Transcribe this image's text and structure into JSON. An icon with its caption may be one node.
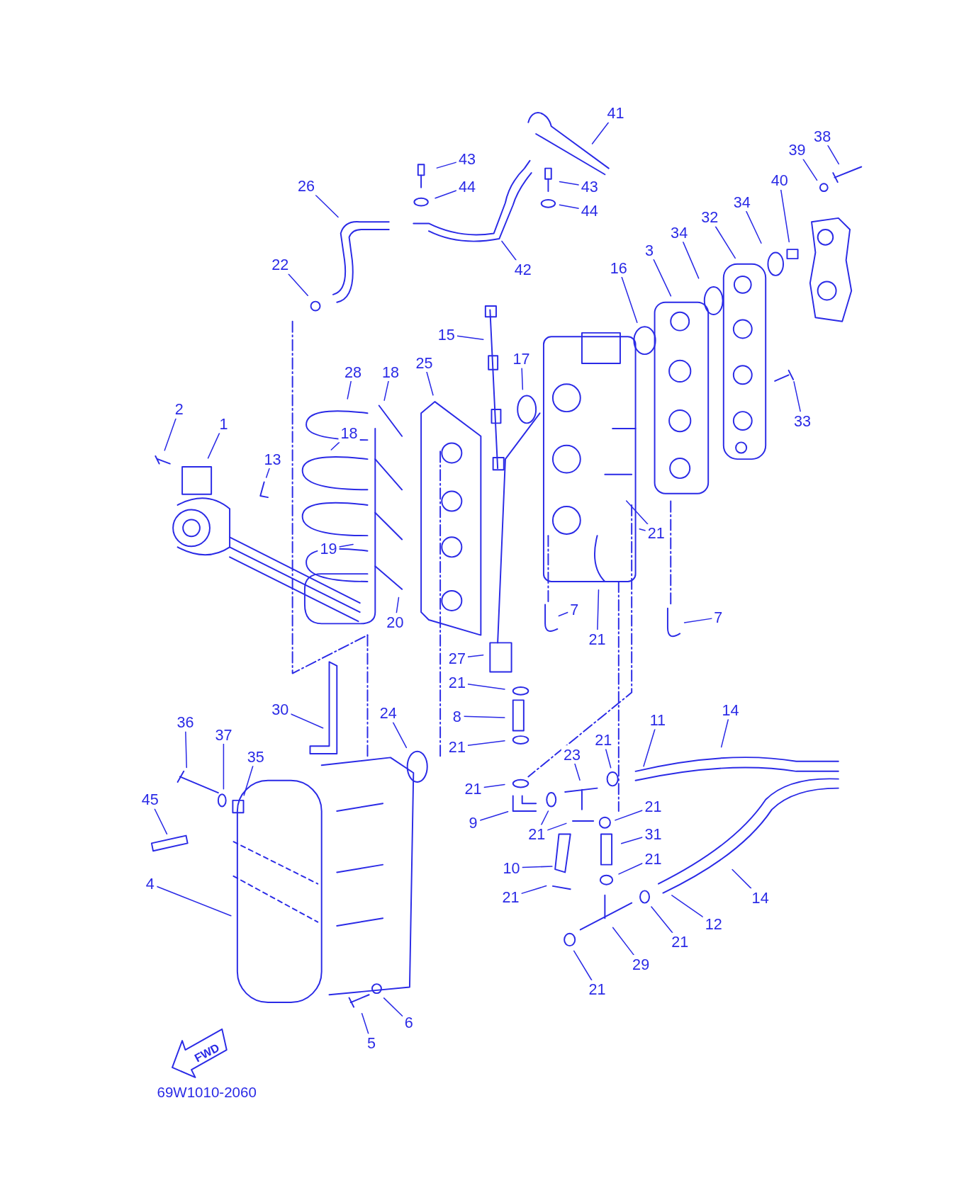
{
  "diagram": {
    "nodes": [
      {
        "text": [
          "41"
        ]
      },
      {
        "text": [
          "43"
        ]
      },
      {
        "text": [
          "44"
        ]
      },
      {
        "text": [
          "43"
        ]
      },
      {
        "text": [
          "44"
        ]
      },
      {
        "text": [
          "38"
        ]
      },
      {
        "text": [
          "39"
        ]
      },
      {
        "text": [
          "26"
        ]
      },
      {
        "text": [
          "40"
        ]
      },
      {
        "text": [
          "34"
        ]
      },
      {
        "text": [
          "32"
        ]
      },
      {
        "text": [
          "34"
        ]
      },
      {
        "text": [
          "42"
        ]
      },
      {
        "text": [
          "16"
        ]
      },
      {
        "text": [
          "3"
        ]
      },
      {
        "text": [
          "22"
        ]
      },
      {
        "text": [
          "15"
        ]
      },
      {
        "text": [
          "17"
        ]
      },
      {
        "text": [
          "25"
        ]
      },
      {
        "text": [
          "28"
        ]
      },
      {
        "text": [
          "18"
        ]
      },
      {
        "text": [
          "2"
        ]
      },
      {
        "text": [
          "1"
        ]
      },
      {
        "text": [
          "18"
        ]
      },
      {
        "text": [
          "33"
        ]
      },
      {
        "text": [
          "13"
        ]
      },
      {
        "text": [
          "21"
        ]
      },
      {
        "text": [
          "19"
        ]
      },
      {
        "text": [
          "20"
        ]
      },
      {
        "text": [
          "7"
        ]
      },
      {
        "text": [
          "7"
        ]
      },
      {
        "text": [
          "21"
        ]
      },
      {
        "text": [
          "27"
        ]
      },
      {
        "text": [
          "21"
        ]
      },
      {
        "text": [
          "30"
        ]
      },
      {
        "text": [
          "24"
        ]
      },
      {
        "text": [
          "8"
        ]
      },
      {
        "text": [
          "11"
        ]
      },
      {
        "text": [
          "14"
        ]
      },
      {
        "text": [
          "36"
        ]
      },
      {
        "text": [
          "37"
        ]
      },
      {
        "text": [
          "21"
        ]
      },
      {
        "text": [
          "21"
        ]
      },
      {
        "text": [
          "23"
        ]
      },
      {
        "text": [
          "35"
        ]
      },
      {
        "text": [
          "21"
        ]
      },
      {
        "text": [
          "45"
        ]
      },
      {
        "text": [
          "21"
        ]
      },
      {
        "text": [
          "9"
        ]
      },
      {
        "text": [
          "21"
        ]
      },
      {
        "text": [
          "31"
        ]
      },
      {
        "text": [
          "10"
        ]
      },
      {
        "text": [
          "21"
        ]
      },
      {
        "text": [
          "4"
        ]
      },
      {
        "text": [
          "21"
        ]
      },
      {
        "text": [
          "14"
        ]
      },
      {
        "text": [
          "12"
        ]
      },
      {
        "text": [
          "21"
        ]
      },
      {
        "text": [
          "29"
        ]
      },
      {
        "text": [
          "21"
        ]
      },
      {
        "text": [
          "6"
        ]
      },
      {
        "text": [
          "5"
        ]
      }
    ],
    "edges": [
      {
        "from": 0,
        "to": null,
        "arrow": "none"
      },
      {
        "from": 1,
        "to": null,
        "arrow": "none"
      },
      {
        "from": 2,
        "to": null,
        "arrow": "none"
      },
      {
        "from": 3,
        "to": null,
        "arrow": "none"
      },
      {
        "from": 4,
        "to": null,
        "arrow": "none"
      },
      {
        "from": 5,
        "to": null,
        "arrow": "none"
      },
      {
        "from": 6,
        "to": null,
        "arrow": "none"
      },
      {
        "from": 7,
        "to": null,
        "arrow": "none"
      },
      {
        "from": 8,
        "to": null,
        "arrow": "none"
      },
      {
        "from": 9,
        "to": null,
        "arrow": "none"
      },
      {
        "from": 10,
        "to": null,
        "arrow": "none"
      },
      {
        "from": 11,
        "to": null,
        "arrow": "none"
      },
      {
        "from": 12,
        "to": null,
        "arrow": "none"
      },
      {
        "from": 13,
        "to": null,
        "arrow": "none"
      },
      {
        "from": 14,
        "to": null,
        "arrow": "none"
      },
      {
        "from": 15,
        "to": null,
        "arrow": "none"
      },
      {
        "from": 16,
        "to": null,
        "arrow": "none"
      },
      {
        "from": 17,
        "to": null,
        "arrow": "none"
      },
      {
        "from": 18,
        "to": null,
        "arrow": "none"
      },
      {
        "from": 19,
        "to": null,
        "arrow": "none"
      },
      {
        "from": 20,
        "to": null,
        "arrow": "none"
      },
      {
        "from": 21,
        "to": null,
        "arrow": "none"
      },
      {
        "from": 22,
        "to": null,
        "arrow": "none"
      },
      {
        "from": 23,
        "to": null,
        "arrow": "none"
      },
      {
        "from": 24,
        "to": null,
        "arrow": "none"
      },
      {
        "from": 25,
        "to": null,
        "arrow": "none"
      },
      {
        "from": 26,
        "to": null,
        "arrow": "none"
      },
      {
        "from": 26,
        "to": null,
        "arrow": "none"
      },
      {
        "from": 27,
        "to": null,
        "arrow": "none"
      },
      {
        "from": 28,
        "to": null,
        "arrow": "none"
      },
      {
        "from": 29,
        "to": null,
        "arrow": "none"
      },
      {
        "from": 30,
        "to": null,
        "arrow": "none"
      },
      {
        "from": 31,
        "to": null,
        "arrow": "none"
      },
      {
        "from": 32,
        "to": null,
        "arrow": "none"
      },
      {
        "from": 33,
        "to": null,
        "arrow": "none"
      },
      {
        "from": 34,
        "to": null,
        "arrow": "none"
      },
      {
        "from": 35,
        "to": null,
        "arrow": "none"
      },
      {
        "from": 36,
        "to": null,
        "arrow": "none"
      },
      {
        "from": 37,
        "to": null,
        "arrow": "none"
      },
      {
        "from": 38,
        "to": null,
        "arrow": "none"
      },
      {
        "from": 39,
        "to": null,
        "arrow": "none"
      },
      {
        "from": 40,
        "to": null,
        "arrow": "none"
      },
      {
        "from": 41,
        "to": null,
        "arrow": "none"
      },
      {
        "from": 42,
        "to": null,
        "arrow": "none"
      },
      {
        "from": 43,
        "to": null,
        "arrow": "none"
      },
      {
        "from": 44,
        "to": null,
        "arrow": "none"
      },
      {
        "from": 45,
        "to": null,
        "arrow": "none"
      },
      {
        "from": 46,
        "to": null,
        "arrow": "none"
      },
      {
        "from": 47,
        "to": null,
        "arrow": "none"
      },
      {
        "from": 48,
        "to": null,
        "arrow": "none"
      },
      {
        "from": 49,
        "to": null,
        "arrow": "none"
      },
      {
        "from": 49,
        "to": null,
        "arrow": "none"
      },
      {
        "from": 50,
        "to": null,
        "arrow": "none"
      },
      {
        "from": 51,
        "to": null,
        "arrow": "none"
      },
      {
        "from": 52,
        "to": null,
        "arrow": "none"
      },
      {
        "from": 53,
        "to": null,
        "arrow": "none"
      },
      {
        "from": 54,
        "to": null,
        "arrow": "none"
      },
      {
        "from": 55,
        "to": null,
        "arrow": "none"
      },
      {
        "from": 56,
        "to": null,
        "arrow": "none"
      },
      {
        "from": 57,
        "to": null,
        "arrow": "none"
      },
      {
        "from": 58,
        "to": null,
        "arrow": "none"
      },
      {
        "from": 59,
        "to": null,
        "arrow": "none"
      },
      {
        "from": 60,
        "to": null,
        "arrow": "none"
      },
      {
        "from": 61,
        "to": null,
        "arrow": "none"
      }
    ],
    "labels": [
      "FWD",
      "69W1010-2060"
    ]
  }
}
